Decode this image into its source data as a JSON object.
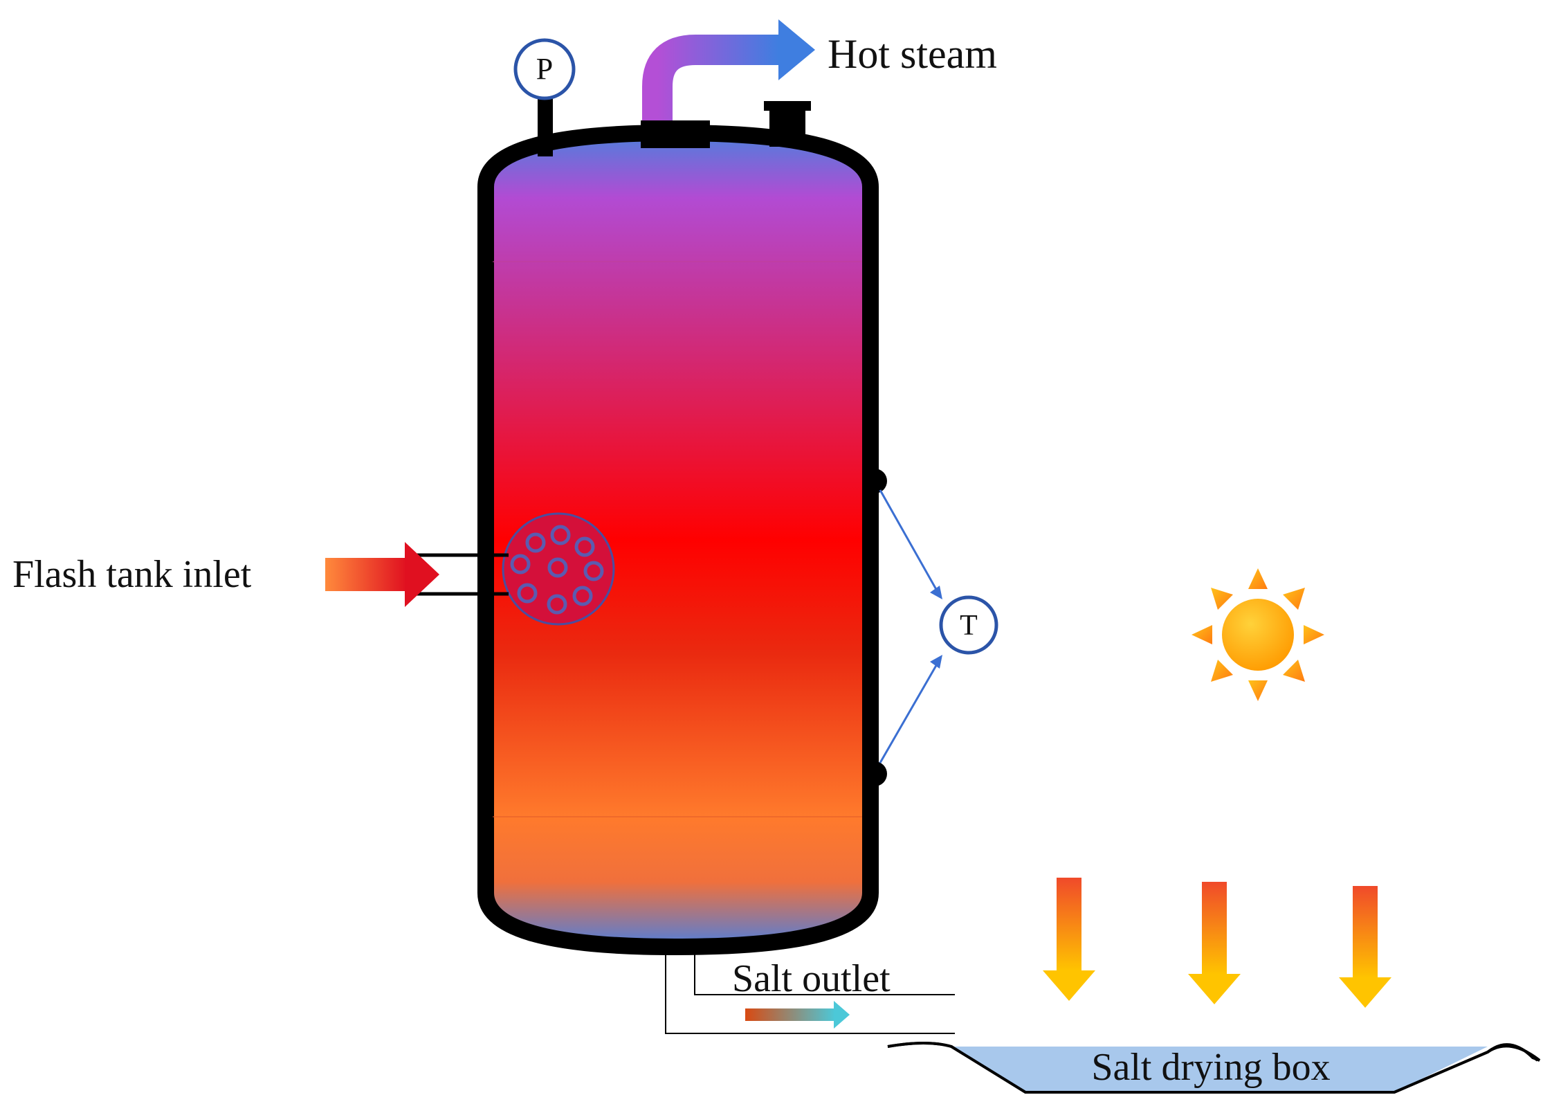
{
  "labels": {
    "hot_steam": "Hot steam",
    "flash_tank_inlet": "Flash tank inlet",
    "salt_outlet": "Salt outlet",
    "salt_drying_box": "Salt drying box"
  },
  "instruments": {
    "pressure_gauge": "P",
    "temperature_gauge": "T"
  },
  "colors": {
    "tank_outline": "#000000",
    "tank_top": "#4f7fdc",
    "tank_upper": "#b24bd3",
    "tank_middle": "#ff0000",
    "tank_lower": "#ff7a2c",
    "tank_bottom": "#4f7fdc",
    "steam_pipe_start": "#b44fd6",
    "steam_pipe_end": "#3f7ee0",
    "inlet_arrow_start": "#ff8a3c",
    "inlet_arrow_end": "#e01020",
    "sensor_line": "#3b6fd2",
    "gauge_ring": "#2b54a8",
    "sun": "#ffaa00",
    "heat_arrow_top": "#f04a2a",
    "heat_arrow_bottom": "#ffc400",
    "drying_box_fill": "#a8c8ec",
    "outlet_arrow_start": "#d84a12",
    "outlet_arrow_end": "#4cc8d8"
  }
}
